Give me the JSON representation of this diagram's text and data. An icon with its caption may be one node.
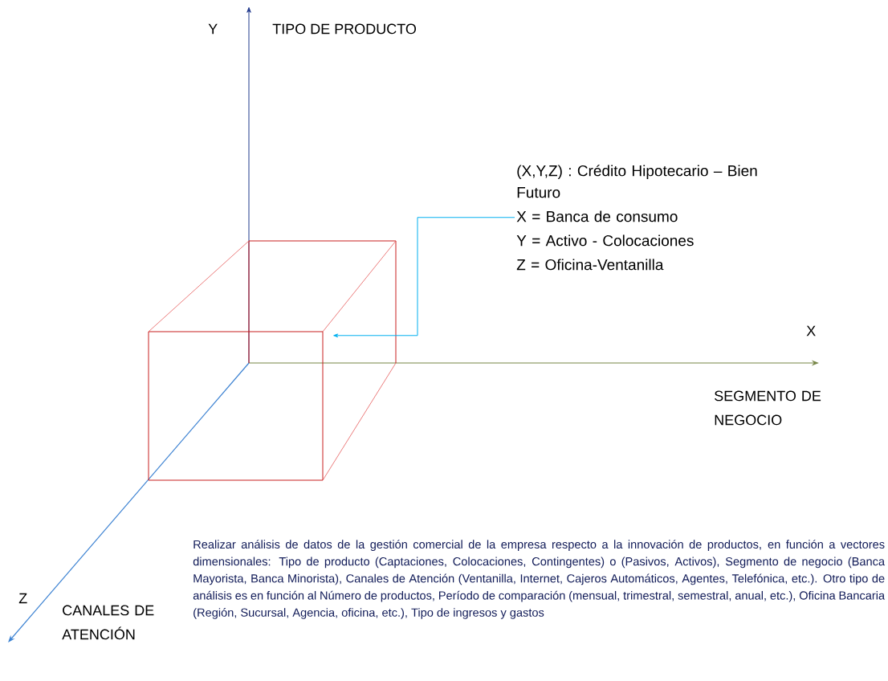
{
  "diagram": {
    "nodes": [
      {
        "text": [
          "(X,Y,Z) : Crédito Hipotecario – Bien Futuro",
          "X = Banca de consumo",
          "Y = Activo - Colocaciones",
          "Z = Oficina-Ventanilla"
        ]
      },
      {
        "text": [],
        "shape": "cube"
      }
    ],
    "edges": [
      {
        "from": 0,
        "to": 1,
        "arrow": "to",
        "color": "#00b0f0"
      }
    ],
    "labels": [
      "Y",
      "TIPO DE PRODUCTO",
      "X",
      "SEGMENTO DE NEGOCIO",
      "Z",
      "CANALES DE ATENCIÓN",
      "Realizar análisis de datos de la gestión comercial de la empresa respecto a la innovación de productos, en función a vectores dimensionales: Tipo de producto (Captaciones, Colocaciones, Contingentes) o (Pasivos, Activos), Segmento de negocio (Banca Mayorista, Banca Minorista), Canales de Atención (Ventanilla, Internet, Cajeros Automáticos, Agentes, Telefónica, etc.). Otro tipo de análisis es en función al Número de productos, Período de comparación (mensual, trimestral, semestral, anual, etc.),  Oficina Bancaria (Región, Sucursal, Agencia, oficina, etc.), Tipo de ingresos y gastos"
    ]
  }
}
